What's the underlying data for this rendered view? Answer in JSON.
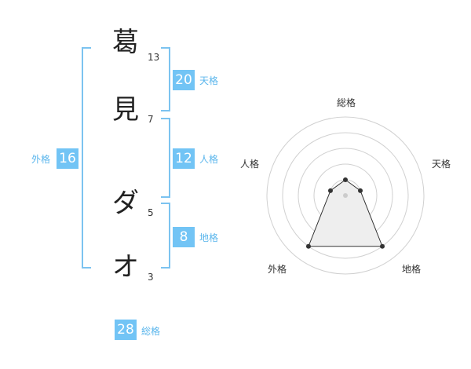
{
  "name_chars": [
    {
      "char": "葛",
      "strokes": "13"
    },
    {
      "char": "見",
      "strokes": "7"
    },
    {
      "char": "ダ",
      "strokes": "5"
    },
    {
      "char": "オ",
      "strokes": "3"
    }
  ],
  "fortunes": {
    "tenkaku": {
      "label": "天格",
      "value": "20"
    },
    "jinkaku": {
      "label": "人格",
      "value": "12"
    },
    "chikaku": {
      "label": "地格",
      "value": "8"
    },
    "gaikaku": {
      "label": "外格",
      "value": "16"
    },
    "soukaku": {
      "label": "総格",
      "value": "28"
    }
  },
  "radar": {
    "axis_labels": [
      "総格",
      "天格",
      "地格",
      "外格",
      "人格"
    ],
    "values": [
      1,
      1,
      4,
      4,
      1
    ],
    "max_level": 5,
    "accent": "#72c4f5",
    "ring_color": "#d0d0d0",
    "fill": "#eeeeee"
  }
}
